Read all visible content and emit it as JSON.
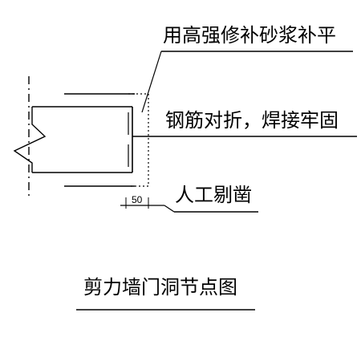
{
  "diagram": {
    "labels": {
      "patch_mortar": "用高强修补砂浆补平",
      "rebar_weld": "钢筋对折，焊接牢固",
      "manual_chisel": "人工剔凿"
    },
    "dimension": "50",
    "title": "剪力墙门洞节点图",
    "colors": {
      "line": "#000000",
      "background": "#ffffff"
    }
  }
}
